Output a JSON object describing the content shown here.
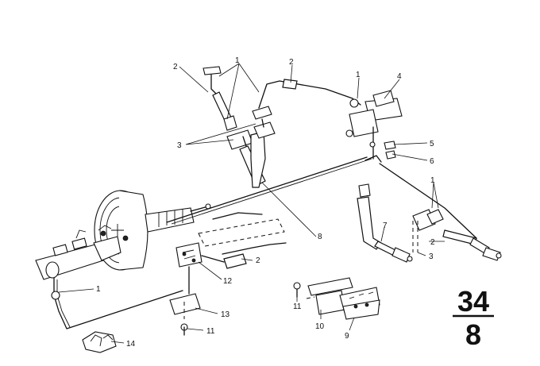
{
  "callouts": [
    {
      "text": "1"
    },
    {
      "text": "2"
    },
    {
      "text": "2"
    },
    {
      "text": "1"
    },
    {
      "text": "4"
    },
    {
      "text": "3"
    },
    {
      "text": "5"
    },
    {
      "text": "6"
    },
    {
      "text": "1"
    },
    {
      "text": "2"
    },
    {
      "text": "3"
    },
    {
      "text": "7"
    },
    {
      "text": "8"
    },
    {
      "text": "2"
    },
    {
      "text": "12"
    },
    {
      "text": "1"
    },
    {
      "text": "13"
    },
    {
      "text": "11"
    },
    {
      "text": "14"
    },
    {
      "text": "11"
    },
    {
      "text": "10"
    },
    {
      "text": "9"
    }
  ],
  "section_number": {
    "top": "34",
    "bottom": "8"
  },
  "colors": {
    "ink": "#111111",
    "paper": "#ffffff"
  }
}
